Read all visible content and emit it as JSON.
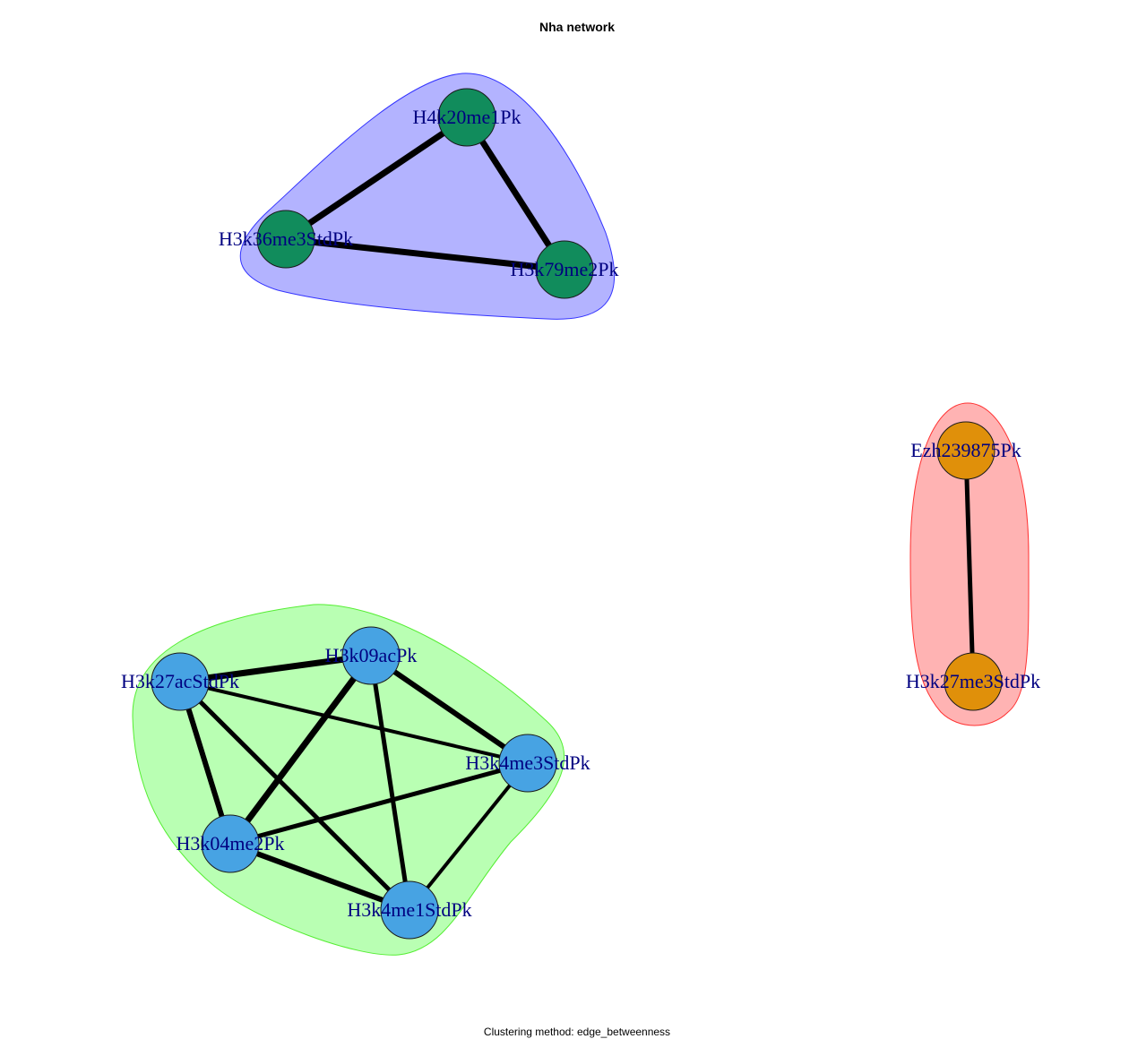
{
  "title": "Nha network",
  "subtitle": "Clustering method: edge_betweenness",
  "colors": {
    "label": "#000080",
    "edge": "#000000",
    "node_stroke": "#1a1a1a"
  },
  "clusters": [
    {
      "id": "c-top",
      "fill": "#b3b3ff",
      "stroke": "#3333ff"
    },
    {
      "id": "c-right",
      "fill": "#ffb3b3",
      "stroke": "#ff3333"
    },
    {
      "id": "c-bottom",
      "fill": "#b9ffb3",
      "stroke": "#55ee33"
    }
  ],
  "nodes": [
    {
      "id": "n1",
      "label": "H4k20me1Pk",
      "color": "#118c5c",
      "cluster": "c-top"
    },
    {
      "id": "n2",
      "label": "H3k36me3StdPk",
      "color": "#118c5c",
      "cluster": "c-top"
    },
    {
      "id": "n3",
      "label": "H3k79me2Pk",
      "color": "#118c5c",
      "cluster": "c-top"
    },
    {
      "id": "n4",
      "label": "Ezh239875Pk",
      "color": "#e0900a",
      "cluster": "c-right"
    },
    {
      "id": "n5",
      "label": "H3k27me3StdPk",
      "color": "#e0900a",
      "cluster": "c-right"
    },
    {
      "id": "n6",
      "label": "H3k27acStdPk",
      "color": "#47a3e3",
      "cluster": "c-bottom"
    },
    {
      "id": "n7",
      "label": "H3k09acPk",
      "color": "#47a3e3",
      "cluster": "c-bottom"
    },
    {
      "id": "n8",
      "label": "H3k4me3StdPk",
      "color": "#47a3e3",
      "cluster": "c-bottom"
    },
    {
      "id": "n9",
      "label": "H3k04me2Pk",
      "color": "#47a3e3",
      "cluster": "c-bottom"
    },
    {
      "id": "n10",
      "label": "H3k4me1StdPk",
      "color": "#47a3e3",
      "cluster": "c-bottom"
    }
  ],
  "edges": [
    {
      "source": "n1",
      "target": "n2",
      "weight": 7
    },
    {
      "source": "n1",
      "target": "n3",
      "weight": 7
    },
    {
      "source": "n2",
      "target": "n3",
      "weight": 7
    },
    {
      "source": "n4",
      "target": "n5",
      "weight": 5
    },
    {
      "source": "n6",
      "target": "n7",
      "weight": 7
    },
    {
      "source": "n6",
      "target": "n8",
      "weight": 4
    },
    {
      "source": "n6",
      "target": "n9",
      "weight": 6
    },
    {
      "source": "n6",
      "target": "n10",
      "weight": 5
    },
    {
      "source": "n7",
      "target": "n8",
      "weight": 6
    },
    {
      "source": "n7",
      "target": "n9",
      "weight": 7
    },
    {
      "source": "n7",
      "target": "n10",
      "weight": 5
    },
    {
      "source": "n8",
      "target": "n9",
      "weight": 5
    },
    {
      "source": "n8",
      "target": "n10",
      "weight": 4
    },
    {
      "source": "n9",
      "target": "n10",
      "weight": 6
    }
  ]
}
